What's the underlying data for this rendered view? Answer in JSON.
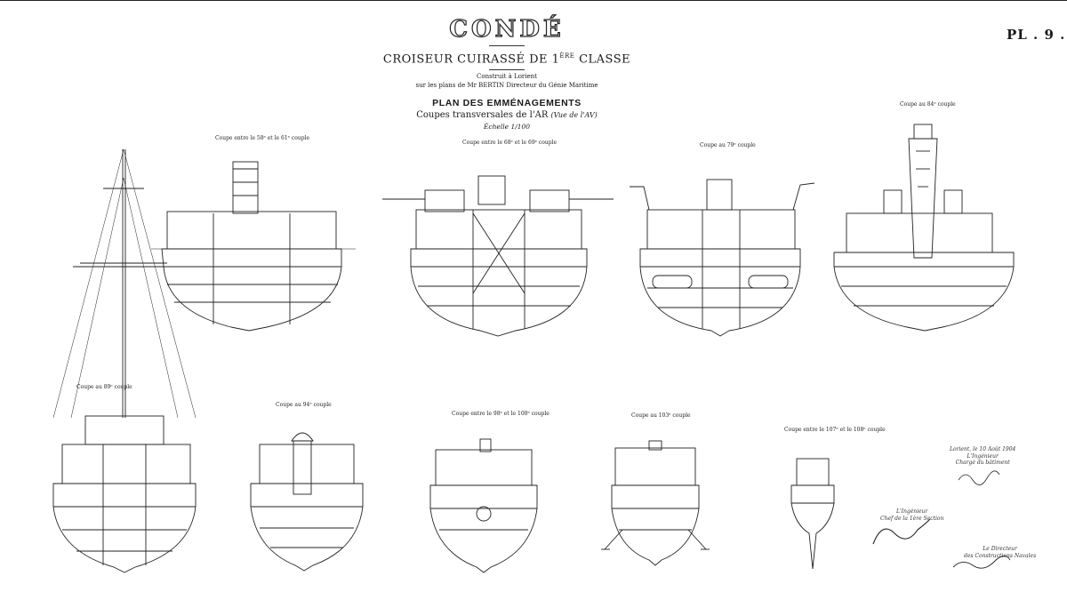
{
  "plate": {
    "ship_name": "CONDÉ",
    "ship_class_main": "CROISEUR CUIRASSÉ DE 1",
    "ship_class_sup": "ÈRE",
    "ship_class_tail": "CLASSE",
    "built_line": "Construit à Lorient",
    "designer_line": "sur les plans de Mr BERTIN Directeur du Génie Maritime",
    "plan_title": "PLAN DES EMMÉNAGEMENTS",
    "plan_subtitle": "Coupes transversales de l'AR",
    "plan_subtitle_paren": "(Vue de l'AV)",
    "scale": "Échelle 1/100",
    "plate_number": "PL . 9 ."
  },
  "sections": [
    {
      "id": "s1",
      "caption": "Coupe entre le 58ᵉ et le 61ᵉ couple"
    },
    {
      "id": "s2",
      "caption": "Coupe entre le 68ᵉ et le 69ᵉ couple"
    },
    {
      "id": "s3",
      "caption": "Coupe au 79ᵉ couple"
    },
    {
      "id": "s4",
      "caption": "Coupe au 84ᵉ couple"
    },
    {
      "id": "s5",
      "caption": "Coupe au        89ᵉ couple"
    },
    {
      "id": "s6",
      "caption": "Coupe au 94ᵉ couple"
    },
    {
      "id": "s7",
      "caption": "Coupe entre le 98ᵉ et le 100ᵉ couple"
    },
    {
      "id": "s8",
      "caption": "Coupe au 103ᵉ couple"
    },
    {
      "id": "s9",
      "caption": "Coupe entre le 107ᵉ et le 108ᵉ couple"
    }
  ],
  "signatures": {
    "place_date": "Lorient, le 10 Août 1904",
    "engineer_role": "L'Ingénieur",
    "engineer_title": "Chargé du bâtiment",
    "chief_role": "L'Ingénieur",
    "chief_title": "Chef de la 1ère Section",
    "director_role": "Le Directeur",
    "director_title": "des Constructions Navales"
  }
}
